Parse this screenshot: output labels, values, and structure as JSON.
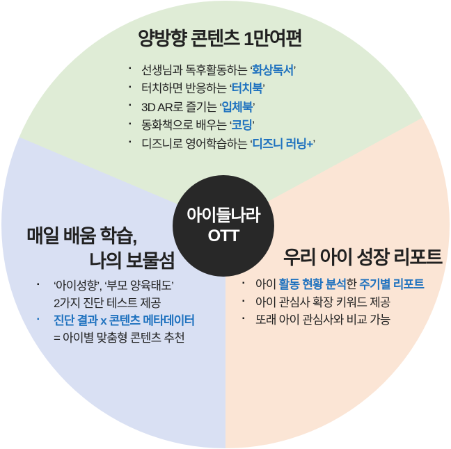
{
  "colors": {
    "green": "#dfecd6",
    "lavender": "#d9e0f3",
    "peach": "#fbe5d5",
    "circle": "#282828",
    "accent": "#1f72bf",
    "text": "#212121"
  },
  "center": {
    "line1": "아이들나라",
    "line2": "OTT"
  },
  "sections": {
    "top": {
      "title": "양방향 콘텐츠 1만여편",
      "bullets": [
        {
          "marker": "black",
          "segments": [
            {
              "t": "선생님과 독후활동하는 "
            },
            {
              "t": "‘"
            },
            {
              "t": "화상독서",
              "accent": true
            },
            {
              "t": "’"
            }
          ]
        },
        {
          "marker": "black",
          "segments": [
            {
              "t": "터치하면 반응하는 "
            },
            {
              "t": "‘"
            },
            {
              "t": "터치북",
              "accent": true
            },
            {
              "t": "’"
            }
          ]
        },
        {
          "marker": "black",
          "segments": [
            {
              "t": "3D AR로 즐기는 "
            },
            {
              "t": "‘"
            },
            {
              "t": "입체북",
              "accent": true
            },
            {
              "t": "’"
            }
          ]
        },
        {
          "marker": "black",
          "segments": [
            {
              "t": "동화책으로 배우는 "
            },
            {
              "t": "‘"
            },
            {
              "t": "코딩",
              "accent": true
            },
            {
              "t": "’"
            }
          ]
        },
        {
          "marker": "black",
          "segments": [
            {
              "t": "디즈니로 영어학습하는 "
            },
            {
              "t": "‘"
            },
            {
              "t": "디즈니 러닝+",
              "accent": true
            },
            {
              "t": "’"
            }
          ]
        }
      ]
    },
    "left": {
      "title_line1": "매일 배움 학습,",
      "title_line2": "나의 보물섬",
      "bullets": [
        {
          "marker": "black",
          "segments": [
            {
              "t": "‘아이성향’, ‘부모 양육태도’"
            }
          ]
        },
        {
          "marker": "none",
          "segments": [
            {
              "t": "2가지 진단 테스트 제공"
            }
          ]
        },
        {
          "marker": "accent",
          "segments": [
            {
              "t": "진단 결과 x 콘텐츠 메타데이터",
              "accent": true
            }
          ]
        },
        {
          "marker": "none",
          "segments": [
            {
              "t": "= 아이별 맞춤형 콘텐츠 추천"
            }
          ]
        }
      ]
    },
    "right": {
      "title": "우리 아이 성장 리포트",
      "bullets": [
        {
          "marker": "black",
          "segments": [
            {
              "t": "아이 "
            },
            {
              "t": "활동 현황 분석",
              "accent": true
            },
            {
              "t": "한 "
            },
            {
              "t": "주기별 리포트",
              "accent": true
            }
          ]
        },
        {
          "marker": "black",
          "segments": [
            {
              "t": "아이 관심사 확장 키워드 제공"
            }
          ]
        },
        {
          "marker": "black",
          "segments": [
            {
              "t": "또래 아이 관심사와 비교 가능"
            }
          ]
        }
      ]
    }
  }
}
